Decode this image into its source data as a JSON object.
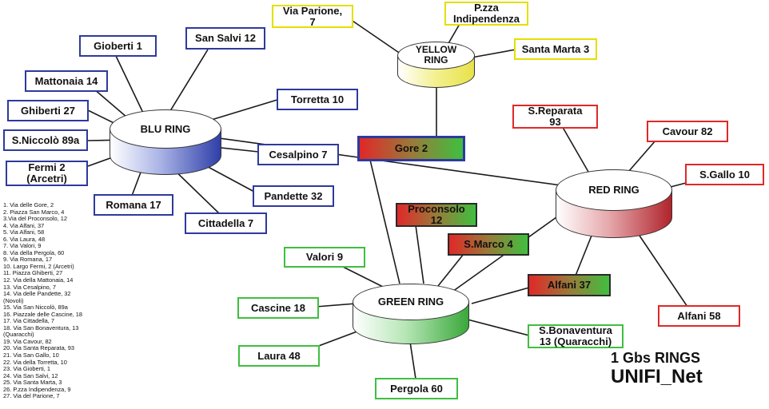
{
  "rings": {
    "blu": {
      "label": "BLU RING"
    },
    "yellow": {
      "label": "YELLOW\nRING"
    },
    "red": {
      "label": "RED RING"
    },
    "green": {
      "label": "GREEN RING"
    }
  },
  "nodes": {
    "gioberti": "Gioberti 1",
    "san_salvi": "San Salvi 12",
    "via_parione": "Via Parione,\n7",
    "pzza_indipendenza": "P.zza\nIndipendenza",
    "santa_marta": "Santa Marta 3",
    "mattonaia": "Mattonaia 14",
    "torretta": "Torretta 10",
    "ghiberti": "Ghiberti 27",
    "sniccolo": "S.Niccolò 89a",
    "fermi": "Fermi 2\n(Arcetri)",
    "cesalpino": "Cesalpino 7",
    "pandette": "Pandette 32",
    "romana": "Romana 17",
    "cittadella": "Cittadella 7",
    "gore": "Gore 2",
    "sreparata": "S.Reparata\n93",
    "cavour": "Cavour 82",
    "sgallo": "S.Gallo 10",
    "proconsolo": "Proconsolo\n12",
    "smarco": "S.Marco 4",
    "alfani37": "Alfani 37",
    "alfani58": "Alfani 58",
    "valori": "Valori 9",
    "cascine": "Cascine 18",
    "laura": "Laura 48",
    "pergola": "Pergola 60",
    "sbonaventura": "S.Bonaventura\n13 (Quaracchi)"
  },
  "legend": [
    "1. Via delle Gore, 2",
    "2. Piazza San Marco, 4",
    "3.Via del Proconsolo, 12",
    "4. Via Alfani, 37",
    "5. Via Alfani, 58",
    "6. Via Laura, 48",
    "7. Via Valori, 9",
    "8. Via della Pergola, 60",
    "9. Via Romana, 17",
    "10. Largo Fermi, 2 (Arcetri)",
    "11. Piazza Ghiberti, 27",
    "12. Via della Mattonaia, 14",
    "13. Via Cesalpino, 7",
    "14. Via delle Pandette, 32",
    "(Novoli)",
    "15. Via San Niccolò, 89a",
    "16. Piazzale delle Cascine, 18",
    "17. Via Cittadella, 7",
    "18. Via San Bonaventura, 13",
    "(Quaracchi)",
    "19. Via Cavour, 82",
    "20. Via Santa Reparata, 93",
    "21. Via San Gallo, 10",
    "22. Via della Torretta, 10",
    "23. Via Gioberti, 1",
    "24. Via San Salvi, 12",
    "25. Via Santa Marta, 3",
    "26. P.zza Indipendenza, 9",
    "27. Via del Parione, 7"
  ],
  "caption": {
    "line1": "1 Gbs RINGS",
    "line2": "UNIFI_Net"
  },
  "colors": {
    "blu_ring_side": "#2f3fa8",
    "yellow_ring_side": "#e8e24a",
    "red_ring_side": "#b0242c",
    "green_ring_side": "#3aa83a",
    "box_red": "#e02828",
    "box_green": "#3fbf3f"
  }
}
